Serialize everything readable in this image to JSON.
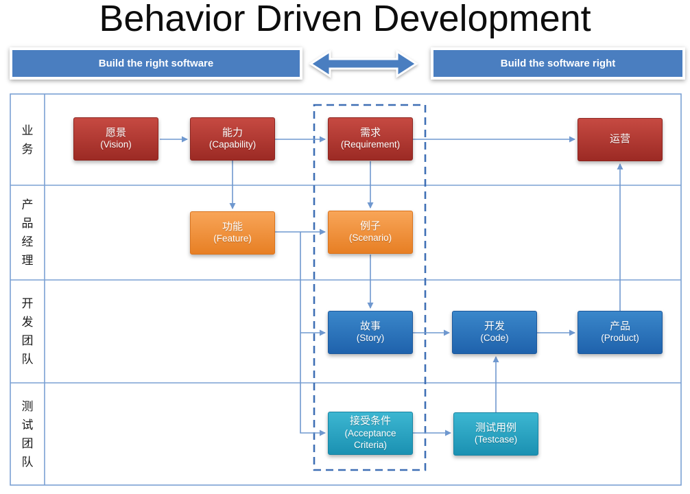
{
  "title": "Behavior Driven Development",
  "banners": {
    "left": "Build the right software",
    "right": "Build the software right"
  },
  "rows": [
    {
      "label": "业务"
    },
    {
      "label": "产品经理"
    },
    {
      "label": "开发团队"
    },
    {
      "label": "测试团队"
    }
  ],
  "nodes": {
    "vision": {
      "zh": "愿景",
      "en": "(Vision)",
      "color": "#b03a33"
    },
    "capability": {
      "zh": "能力",
      "en": "(Capability)",
      "color": "#b03a33"
    },
    "requirement": {
      "zh": "需求",
      "en": "(Requirement)",
      "color": "#b03a33"
    },
    "operation": {
      "zh": "运营",
      "en": "",
      "color": "#b03a33"
    },
    "feature": {
      "zh": "功能",
      "en": "(Feature)",
      "color": "#ef923e"
    },
    "scenario": {
      "zh": "例子",
      "en": "(Scenario)",
      "color": "#ef923e"
    },
    "story": {
      "zh": "故事",
      "en": "(Story)",
      "color": "#2c74bb"
    },
    "code": {
      "zh": "开发",
      "en": "(Code)",
      "color": "#2c74bb"
    },
    "product": {
      "zh": "产品",
      "en": "(Product)",
      "color": "#2c74bb"
    },
    "acceptance": {
      "zh": "接受条件",
      "en": "(Acceptance Criteria)",
      "color": "#2ba4c2"
    },
    "testcase": {
      "zh": "测试用例",
      "en": "(Testcase)",
      "color": "#2ba4c2"
    }
  },
  "edges": [
    "vision->capability",
    "capability->requirement",
    "requirement->operation",
    "capability->feature",
    "requirement->scenario",
    "feature->scenario",
    "feature->story",
    "feature->acceptance",
    "scenario->story",
    "story->code",
    "code->product",
    "acceptance->testcase",
    "testcase->code",
    "product->operation"
  ],
  "colors": {
    "banner_blue": "#4a7ec0",
    "grid_line": "#7aa0d4",
    "connector": "#6f98cf",
    "dashed_box": "#3f6fb5",
    "title_text": "#0d0d0d"
  }
}
